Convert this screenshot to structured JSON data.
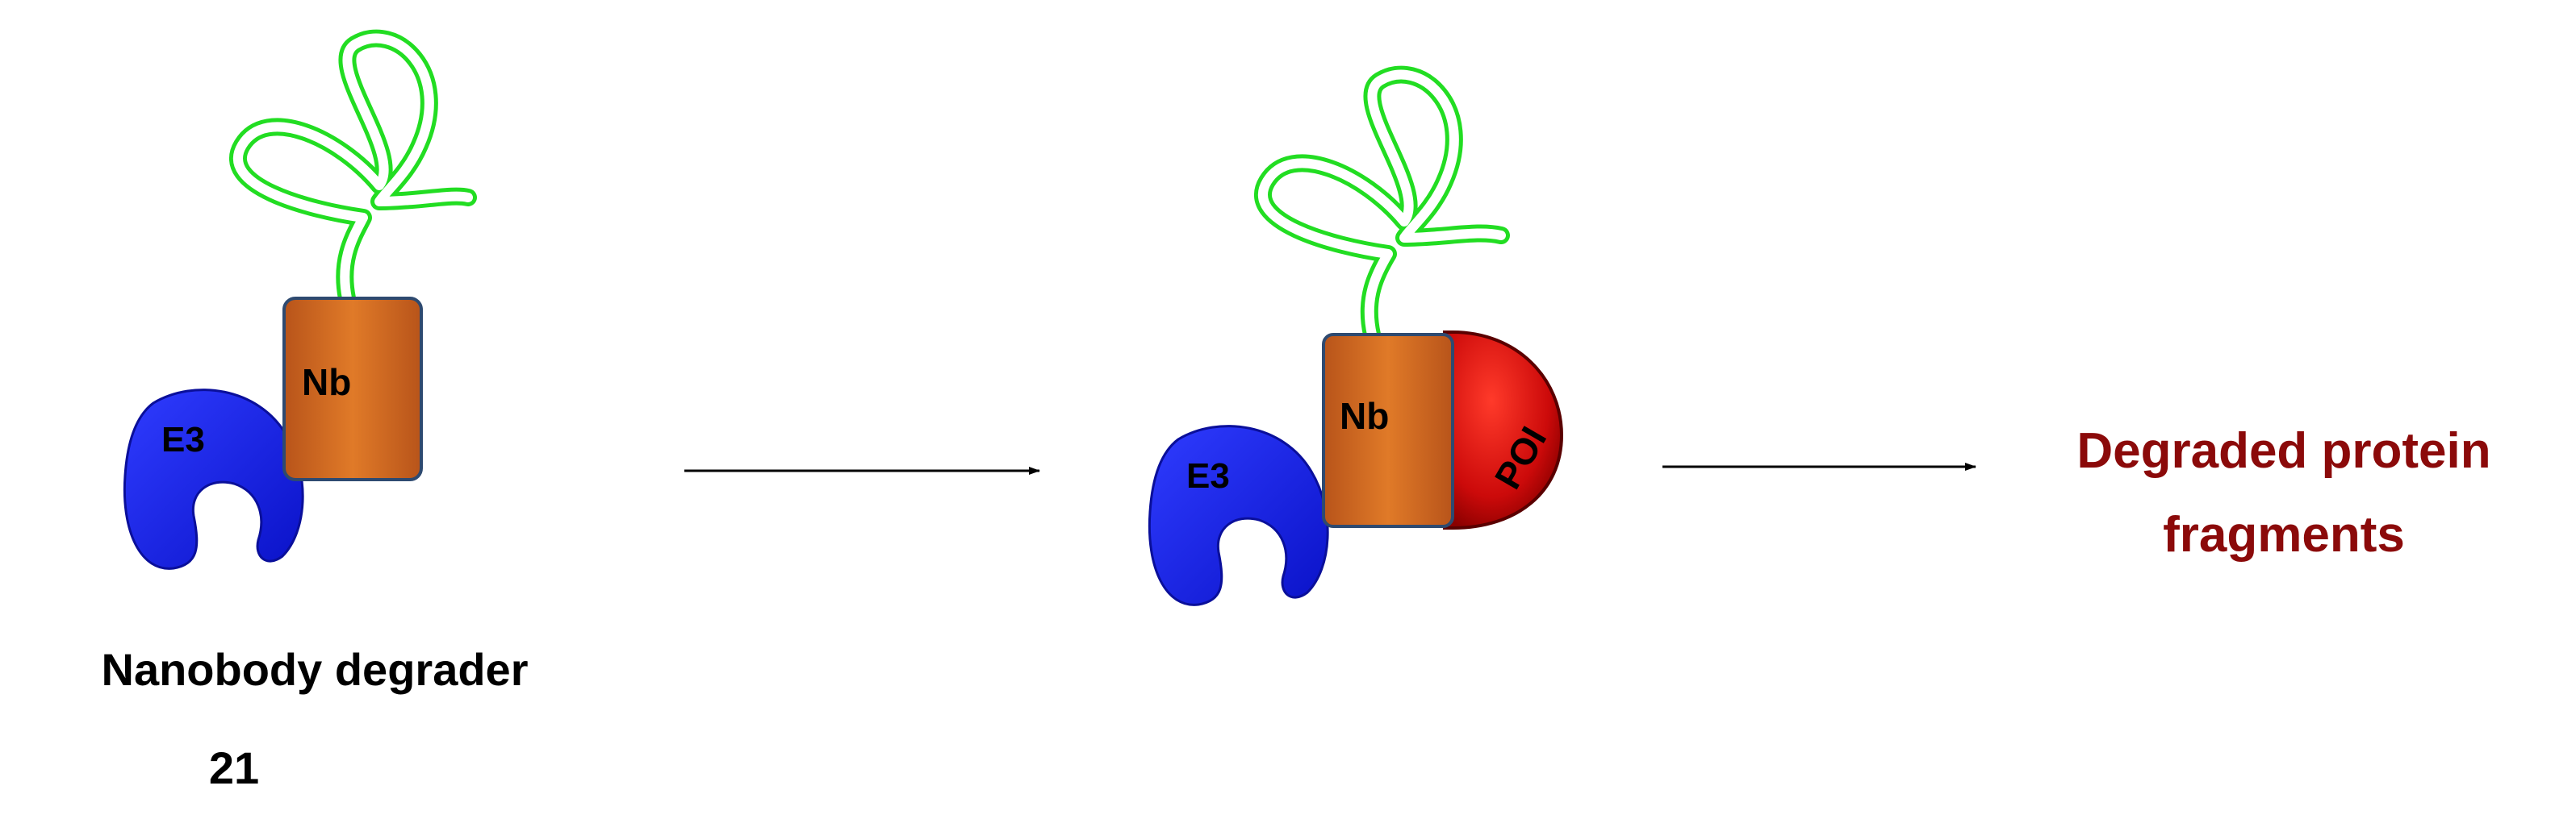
{
  "degrader": {
    "nb_label": "Nb",
    "e3_label": "E3",
    "caption": "Nanobody degrader",
    "number": "21"
  },
  "complex": {
    "nb_label": "Nb",
    "e3_label": "E3",
    "poi_label": "POI"
  },
  "product": {
    "line1": "Degraded protein",
    "line2": "fragments"
  },
  "colors": {
    "e3": "#1620f0",
    "nanobody": "#d2691e",
    "poi": "#cc0a0a",
    "linker": "#33ee33",
    "product_text": "#8b0a0a"
  }
}
